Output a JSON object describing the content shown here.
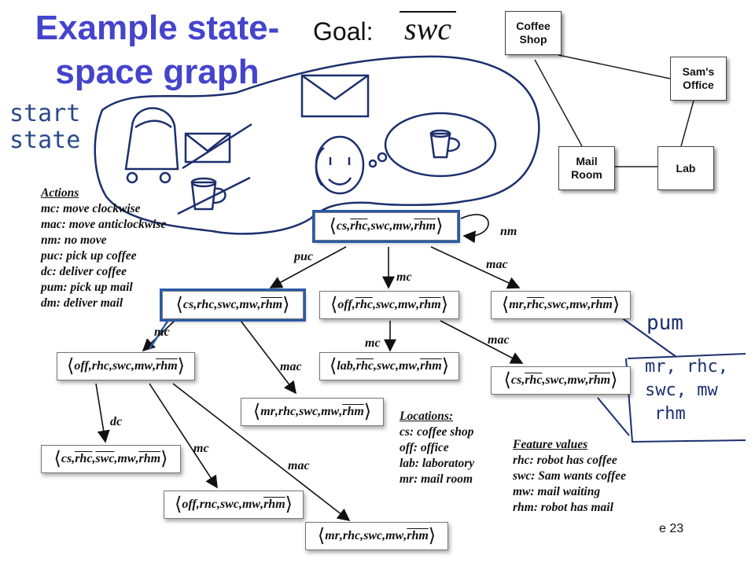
{
  "title": "Example state-space graph",
  "goal": {
    "label": "Goal:",
    "value": "swc"
  },
  "start_label": "start state",
  "actions": {
    "heading": "Actions",
    "items": [
      "mc: move clockwise",
      "mac: move anticlockwise",
      "nm: no move",
      "puc: pick up coffee",
      "dc: deliver coffee",
      "pum: pick up mail",
      "dm: deliver mail"
    ]
  },
  "locations": {
    "heading": "Locations:",
    "items": [
      "cs: coffee shop",
      "off: office",
      "lab: laboratory",
      "mr: mail room"
    ]
  },
  "feature_values": {
    "heading": "Feature values",
    "items": [
      "rhc: robot has coffee",
      "swc: Sam wants coffee",
      "mw: mail waiting",
      "rhm: robot has mail"
    ]
  },
  "map": {
    "rooms": {
      "coffee": "Coffee Shop",
      "sams": "Sam's Office",
      "mail": "Mail Room",
      "lab": "Lab"
    }
  },
  "states": [
    {
      "id": "s0",
      "loc": "cs",
      "rhc": "rhc",
      "rhc_neg": true,
      "swc": "swc",
      "swc_neg": false,
      "mw": "mw",
      "rhm": "rhm",
      "rhm_neg": true
    },
    {
      "id": "s1",
      "loc": "cs",
      "rhc": "rhc",
      "rhc_neg": false,
      "swc": "swc",
      "swc_neg": false,
      "mw": "mw",
      "rhm": "rhm",
      "rhm_neg": true
    },
    {
      "id": "s2",
      "loc": "off",
      "rhc": "rhc",
      "rhc_neg": true,
      "swc": "swc",
      "swc_neg": false,
      "mw": "mw",
      "rhm": "rhm",
      "rhm_neg": true
    },
    {
      "id": "s3",
      "loc": "mr",
      "rhc": "rhc",
      "rhc_neg": true,
      "swc": "swc",
      "swc_neg": false,
      "mw": "mw",
      "rhm": "rhm",
      "rhm_neg": true
    },
    {
      "id": "s4",
      "loc": "off",
      "rhc": "rhc",
      "rhc_neg": false,
      "swc": "swc",
      "swc_neg": false,
      "mw": "mw",
      "rhm": "rhm",
      "rhm_neg": true
    },
    {
      "id": "s5",
      "loc": "mr",
      "rhc": "rhc",
      "rhc_neg": false,
      "swc": "swc",
      "swc_neg": false,
      "mw": "mw",
      "rhm": "rhm",
      "rhm_neg": true
    },
    {
      "id": "s6",
      "loc": "lab",
      "rhc": "rhc",
      "rhc_neg": true,
      "swc": "swc",
      "swc_neg": false,
      "mw": "mw",
      "rhm": "rhm",
      "rhm_neg": true
    },
    {
      "id": "s7",
      "loc": "cs",
      "rhc": "rhc",
      "rhc_neg": true,
      "swc": "swc",
      "swc_neg": false,
      "mw": "mw",
      "rhm": "rhm",
      "rhm_neg": true
    },
    {
      "id": "s8",
      "loc": "cs",
      "rhc": "rhc",
      "rhc_neg": true,
      "swc": "swc",
      "swc_neg": true,
      "mw": "mw",
      "rhm": "rhm",
      "rhm_neg": true
    },
    {
      "id": "s9",
      "loc": "off",
      "rhc": "rnc",
      "rhc_neg": false,
      "swc": "swc",
      "swc_neg": false,
      "mw": "mw",
      "rhm": "rhm",
      "rhm_neg": true
    },
    {
      "id": "s10",
      "loc": "mr",
      "rhc": "rhc",
      "rhc_neg": false,
      "swc": "swc",
      "swc_neg": false,
      "mw": "mw",
      "rhm": "rhm",
      "rhm_neg": true
    }
  ],
  "edges": {
    "nm": "nm",
    "puc": "puc",
    "mc": "mc",
    "mac": "mac",
    "dc": "dc"
  },
  "handwritten": {
    "pum": "pum",
    "box_lines": [
      "mr, rhc,",
      "swc, mw",
      "rhm"
    ]
  },
  "slide_number": "e 23",
  "colors": {
    "title": "#4444cc",
    "ink": "#1c2f6e",
    "selection": "#2a5aa8"
  }
}
